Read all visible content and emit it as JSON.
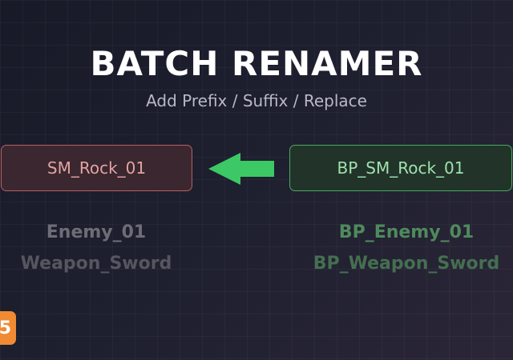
{
  "header": {
    "title": "BATCH RENAMER",
    "subtitle": "Add Prefix / Suffix / Replace"
  },
  "preview": {
    "before": "SM_Rock_01",
    "after": "BP_SM_Rock_01",
    "arrow_icon": "arrow-left-icon"
  },
  "examples": {
    "original": [
      "Enemy_01",
      "Weapon_Sword"
    ],
    "renamed": [
      "BP_Enemy_01",
      "BP_Weapon_Sword"
    ]
  },
  "badge": {
    "label": "5"
  },
  "colors": {
    "accent_green": "#3cc865",
    "before_border": "#b8605f",
    "after_border": "#49a960",
    "badge": "#f08a33"
  }
}
